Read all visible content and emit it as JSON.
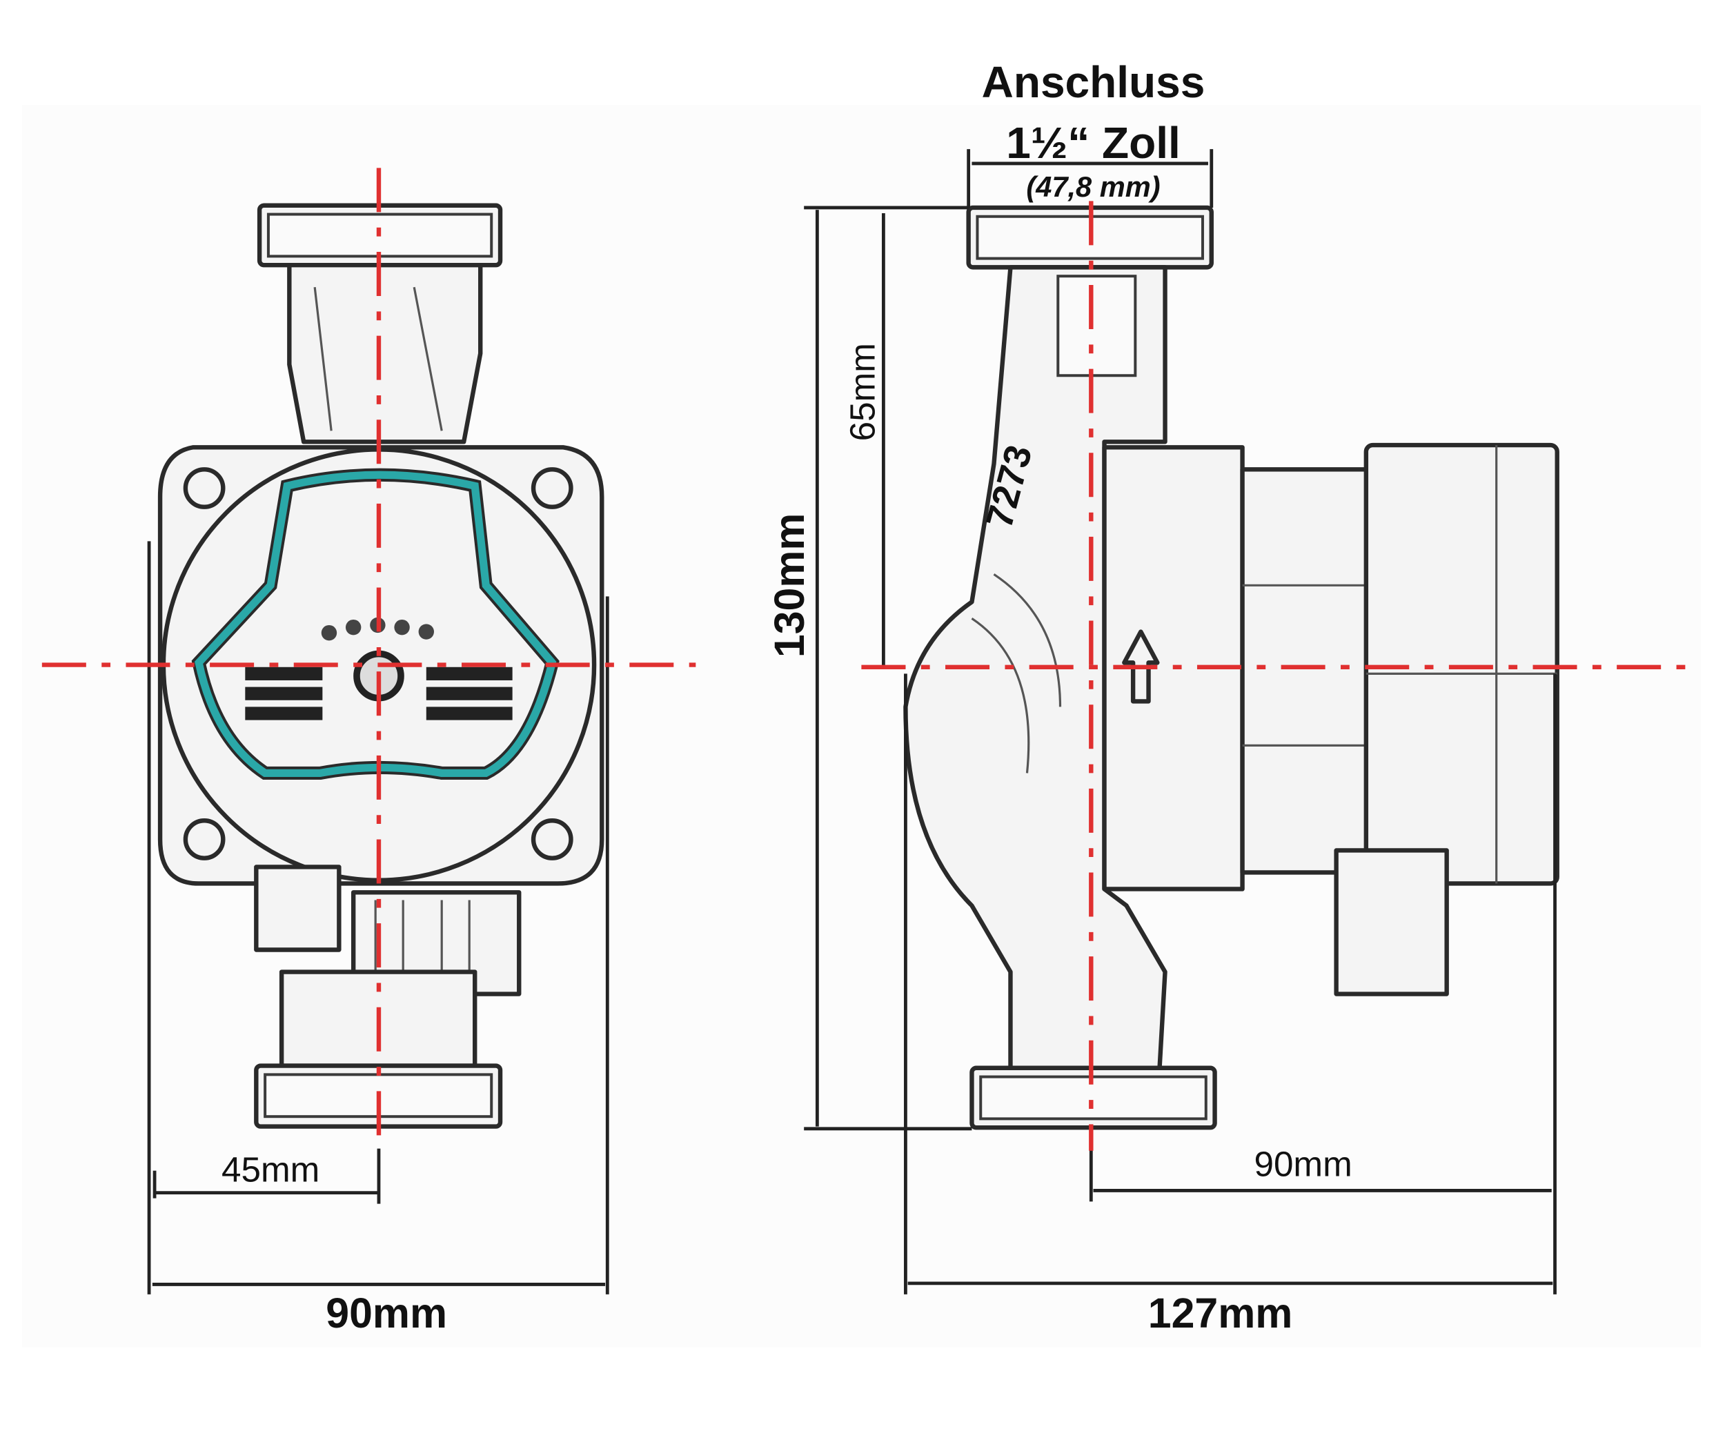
{
  "title": {
    "line1": "Anschluss",
    "line2": "1½“ Zoll",
    "line3": "(47,8 mm)"
  },
  "dimensions": {
    "front_width": "90mm",
    "front_half_width": "45mm",
    "side_height": "130mm",
    "side_half_height": "65mm",
    "side_depth": "127mm",
    "side_motor_depth": "90mm"
  },
  "side_marking": "7273",
  "colors": {
    "accent": "#2aa8a8",
    "centerline": "#e03030",
    "outline": "#2a2a2a"
  }
}
